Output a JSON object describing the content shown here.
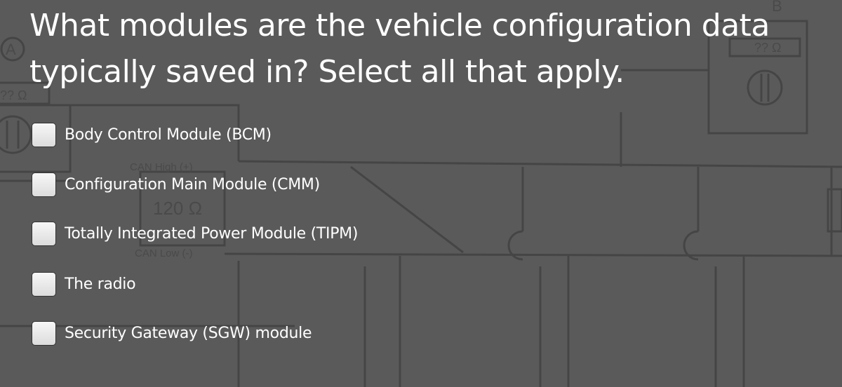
{
  "question": "What modules are the vehicle configuration data typically saved in? Select all that apply.",
  "options": [
    {
      "label": "Body Control Module (BCM)",
      "checked": false
    },
    {
      "label": "Configuration Main Module (CMM)",
      "checked": false
    },
    {
      "label": "Totally Integrated Power Module (TIPM)",
      "checked": false
    },
    {
      "label": "The radio",
      "checked": false
    },
    {
      "label": "Security Gateway (SGW) module",
      "checked": false
    }
  ],
  "diagram": {
    "can_high": "CAN High (+)",
    "can_low": "CAN Low (-)",
    "resistor": "120 Ω",
    "meter_a": "A",
    "meter_b": "B",
    "meter_reading": "?? Ω"
  },
  "colors": {
    "background": "#5a5a5a",
    "diagram_lines": "#444444",
    "text": "#ffffff"
  }
}
